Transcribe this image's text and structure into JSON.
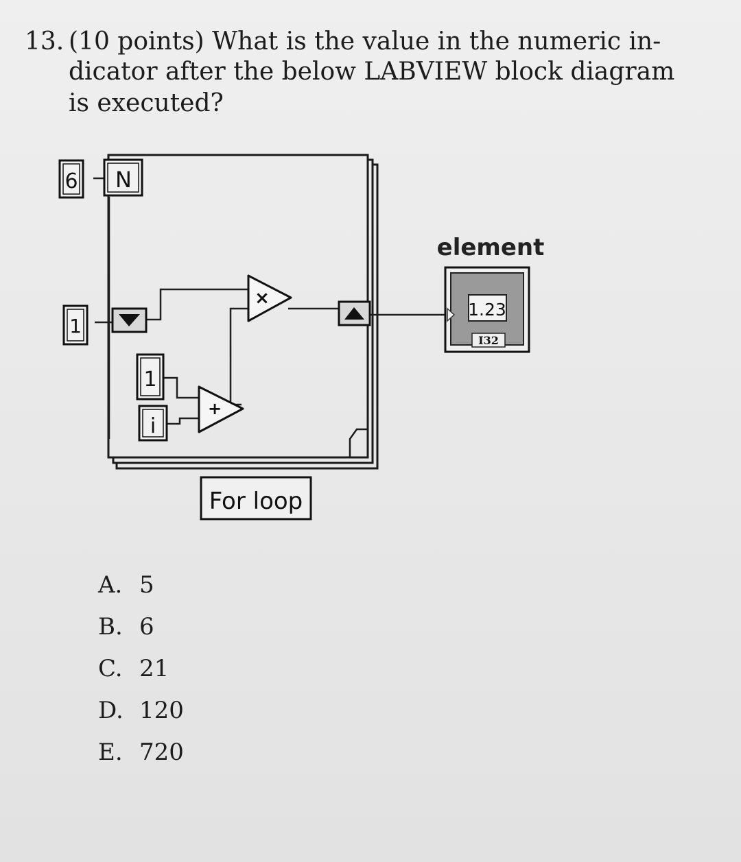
{
  "question": {
    "number": "13.",
    "line1": "(10 points) What is the value in the numeric in-",
    "line2": "dicator after the below LABVIEW block diagram",
    "line3": "is executed?"
  },
  "diagram": {
    "count_constant": "6",
    "count_terminal": "N",
    "init_constant": "1",
    "add_constant": "1",
    "iteration_terminal": "i",
    "multiply_symbol": "×",
    "add_symbol": "+",
    "loop_label": "For loop",
    "indicator_label": "element",
    "indicator_value": "1.23",
    "indicator_type": "I32"
  },
  "choices": [
    {
      "letter": "A.",
      "value": "5"
    },
    {
      "letter": "B.",
      "value": "6"
    },
    {
      "letter": "C.",
      "value": "21"
    },
    {
      "letter": "D.",
      "value": "120"
    },
    {
      "letter": "E.",
      "value": "720"
    }
  ]
}
